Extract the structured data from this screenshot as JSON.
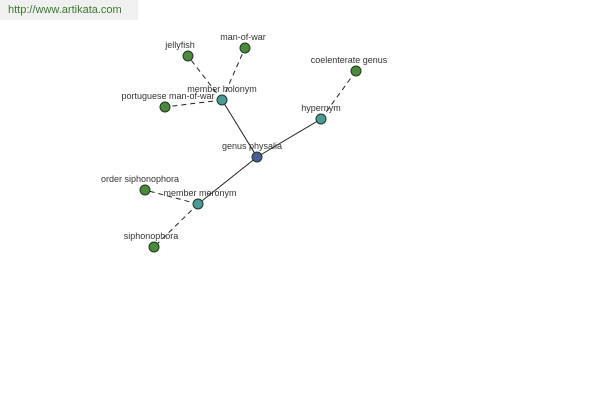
{
  "watermark": {
    "text": "http://www.artikata.com"
  },
  "colors": {
    "center_node": "#4a5aa0",
    "relation_node": "#4a9a9a",
    "leaf_node": "#4a8a3a",
    "watermark_text": "#3a7a2a"
  },
  "graph": {
    "nodes": [
      {
        "id": "genus-physalia",
        "label": "genus physalia",
        "kind": "center"
      },
      {
        "id": "member-holonym",
        "label": "member holonym",
        "kind": "relation"
      },
      {
        "id": "hypernym",
        "label": "hypernym",
        "kind": "relation"
      },
      {
        "id": "member-meronym",
        "label": "member meronym",
        "kind": "relation"
      },
      {
        "id": "jellyfish",
        "label": "jellyfish",
        "kind": "leaf"
      },
      {
        "id": "man-of-war",
        "label": "man-of-war",
        "kind": "leaf"
      },
      {
        "id": "portuguese-man-of-war",
        "label": "portuguese man-of-war",
        "kind": "leaf"
      },
      {
        "id": "coelenterate-genus",
        "label": "coelenterate genus",
        "kind": "leaf"
      },
      {
        "id": "order-siphonophora",
        "label": "order siphonophora",
        "kind": "leaf"
      },
      {
        "id": "siphonophora",
        "label": "siphonophora",
        "kind": "leaf"
      }
    ],
    "edges": [
      {
        "from": "genus-physalia",
        "to": "member-holonym",
        "style": "solid"
      },
      {
        "from": "genus-physalia",
        "to": "hypernym",
        "style": "solid"
      },
      {
        "from": "genus-physalia",
        "to": "member-meronym",
        "style": "solid"
      },
      {
        "from": "member-holonym",
        "to": "jellyfish",
        "style": "dashed"
      },
      {
        "from": "member-holonym",
        "to": "man-of-war",
        "style": "dashed"
      },
      {
        "from": "member-holonym",
        "to": "portuguese-man-of-war",
        "style": "dashed"
      },
      {
        "from": "hypernym",
        "to": "coelenterate-genus",
        "style": "dashed"
      },
      {
        "from": "member-meronym",
        "to": "order-siphonophora",
        "style": "dashed"
      },
      {
        "from": "member-meronym",
        "to": "siphonophora",
        "style": "dashed"
      }
    ]
  }
}
